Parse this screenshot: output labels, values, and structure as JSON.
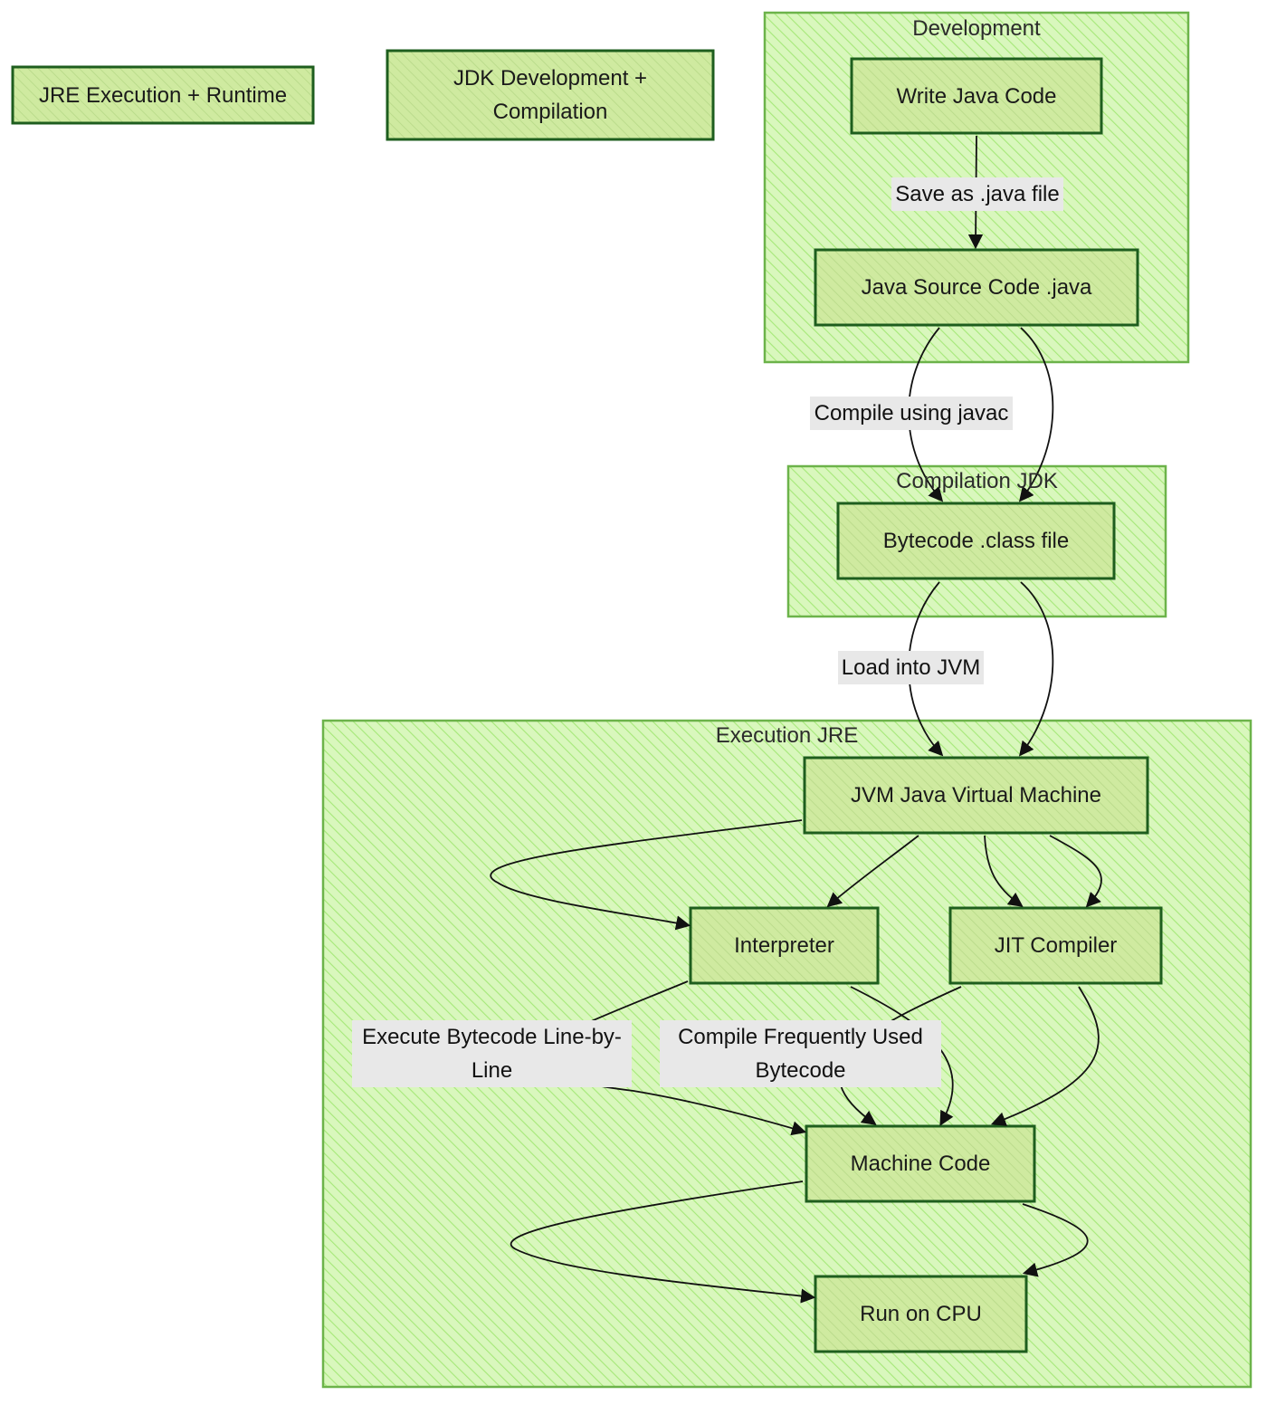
{
  "colors": {
    "cluster_fill": "#d9f7bd",
    "cluster_hatch": "#a6e879",
    "cluster_border": "#6cb34a",
    "node_fill": "#cfeaa0",
    "node_hatch": "#b6d987",
    "node_border": "#1e5e1e",
    "edge": "#111111",
    "label_bg": "#e8e8e8"
  },
  "legend": {
    "jre": "JRE Execution + Runtime",
    "jdk": "JDK Development + Compilation"
  },
  "clusters": {
    "development": "Development",
    "compilation": "Compilation JDK",
    "execution": "Execution JRE"
  },
  "nodes": {
    "write_code": "Write Java Code",
    "source_code": "Java Source Code .java",
    "bytecode": "Bytecode .class file",
    "jvm": "JVM Java Virtual Machine",
    "interpreter": "Interpreter",
    "jit": "JIT Compiler",
    "machine_code": "Machine Code",
    "cpu": "Run on CPU"
  },
  "edge_labels": {
    "save": "Save as .java file",
    "compile": "Compile using javac",
    "load": "Load into JVM",
    "execute": "Execute Bytecode Line-by-Line",
    "jit_compile": "Compile Frequently Used Bytecode"
  }
}
